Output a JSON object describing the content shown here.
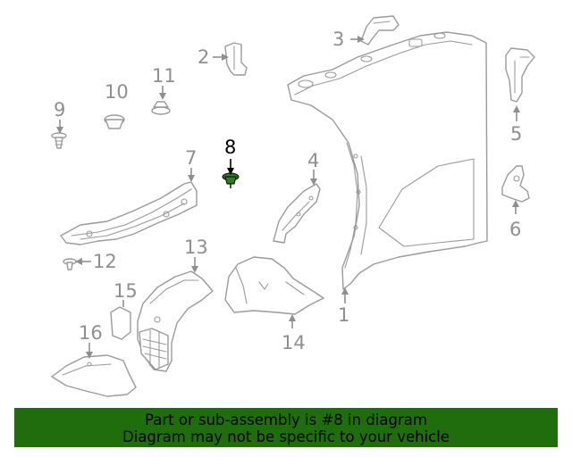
{
  "diagram": {
    "callouts": [
      {
        "id": "1",
        "label": "1"
      },
      {
        "id": "2",
        "label": "2"
      },
      {
        "id": "3",
        "label": "3"
      },
      {
        "id": "4",
        "label": "4"
      },
      {
        "id": "5",
        "label": "5"
      },
      {
        "id": "6",
        "label": "6"
      },
      {
        "id": "7",
        "label": "7"
      },
      {
        "id": "8",
        "label": "8"
      },
      {
        "id": "9",
        "label": "9"
      },
      {
        "id": "10",
        "label": "10"
      },
      {
        "id": "11",
        "label": "11"
      },
      {
        "id": "12",
        "label": "12"
      },
      {
        "id": "13",
        "label": "13"
      },
      {
        "id": "14",
        "label": "14"
      },
      {
        "id": "15",
        "label": "15"
      },
      {
        "id": "16",
        "label": "16"
      }
    ],
    "highlighted_part": "8",
    "highlight_color": "#1f6d0d",
    "line_color": "#9a9a9a"
  },
  "banner": {
    "line1": "Part or sub-assembly is #8 in diagram",
    "line2": "Diagram may not be specific to your vehicle",
    "background": "#1f6d0d"
  }
}
